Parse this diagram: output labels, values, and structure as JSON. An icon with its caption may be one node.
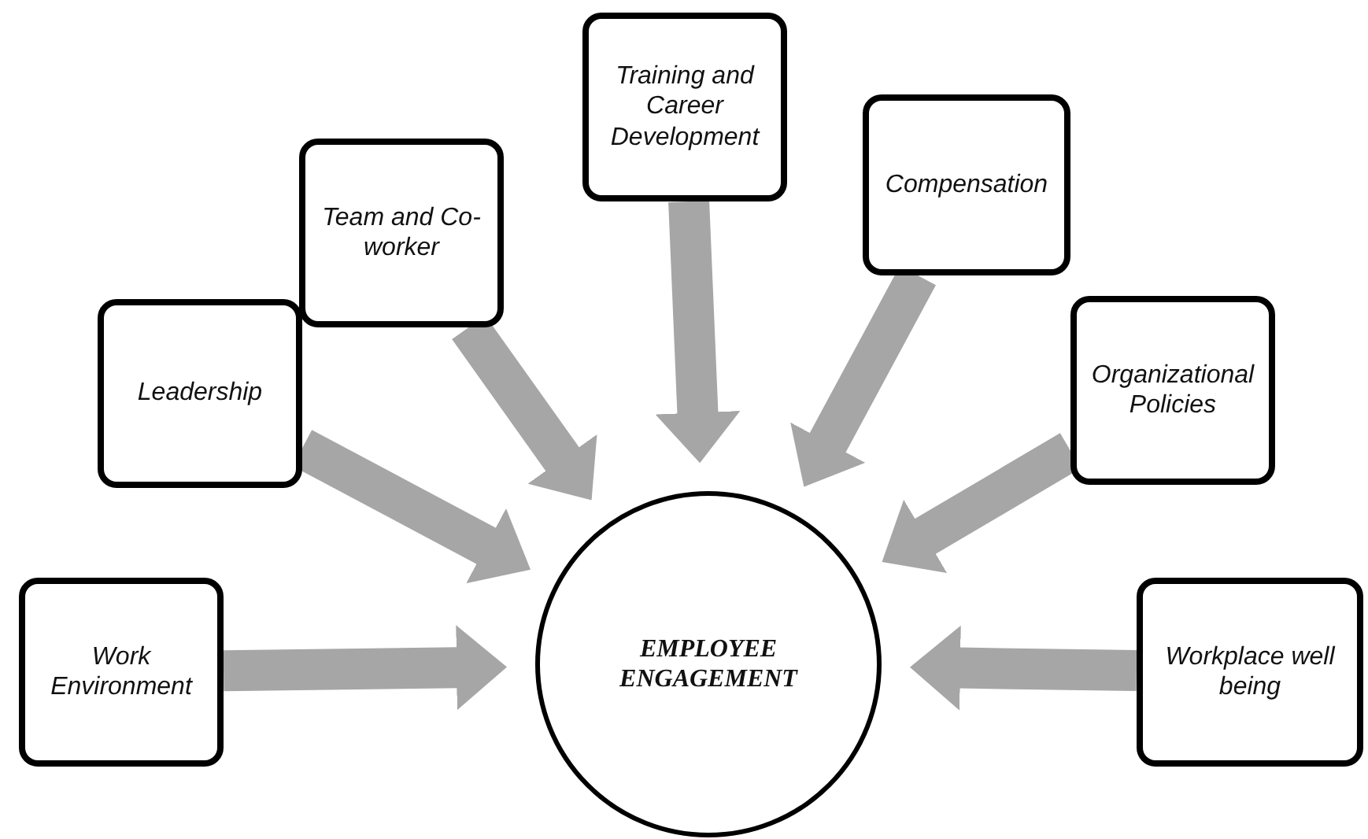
{
  "diagram": {
    "nodes": [
      {
        "text": [
          "Work Environment"
        ]
      },
      {
        "text": [
          "Leadership"
        ]
      },
      {
        "text": [
          "Team and Co-worker"
        ]
      },
      {
        "text": [
          "Training and Career Development"
        ]
      },
      {
        "text": [
          "Compensation"
        ]
      },
      {
        "text": [
          "Organizational Policies"
        ]
      },
      {
        "text": [
          "Workplace well being"
        ]
      },
      {
        "text": [
          "EMPLOYEE ENGAGEMENT"
        ]
      }
    ],
    "edges": [
      {
        "from": 0,
        "to": 7,
        "arrow": "to"
      },
      {
        "from": 1,
        "to": 7,
        "arrow": "to"
      },
      {
        "from": 2,
        "to": 7,
        "arrow": "to"
      },
      {
        "from": 3,
        "to": 7,
        "arrow": "to"
      },
      {
        "from": 4,
        "to": 7,
        "arrow": "to"
      },
      {
        "from": 5,
        "to": 7,
        "arrow": "to"
      },
      {
        "from": 6,
        "to": 7,
        "arrow": "to"
      }
    ]
  }
}
